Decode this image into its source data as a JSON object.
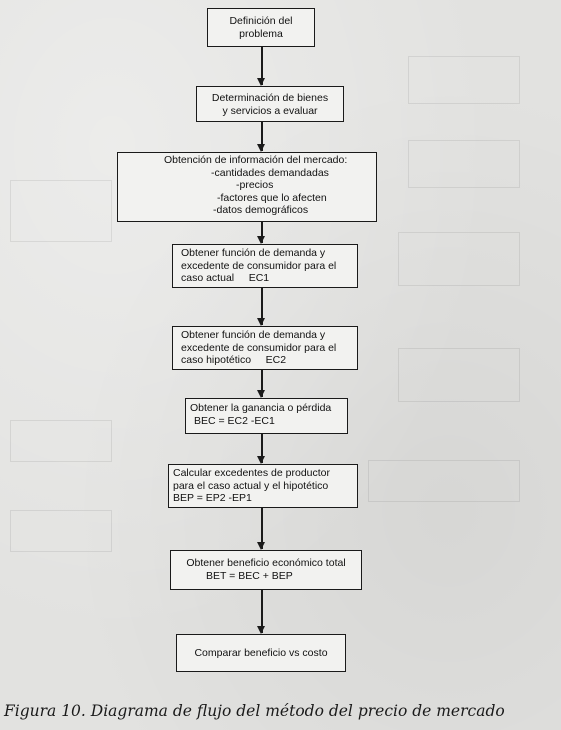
{
  "diagram": {
    "nodes": [
      {
        "id": "n1",
        "lines": [
          "Definición del",
          "problema"
        ]
      },
      {
        "id": "n2",
        "lines": [
          "Determinación de bienes",
          "y servicios a evaluar"
        ]
      },
      {
        "id": "n3",
        "lines": [
          "Obtención de información del mercado:",
          "-cantidades demandadas",
          "-precios",
          "-factores que lo afecten",
          "-datos demográficos"
        ]
      },
      {
        "id": "n4",
        "lines": [
          "Obtener función de demanda y",
          "excedente de consumidor para el",
          "caso actual     EC1"
        ]
      },
      {
        "id": "n5",
        "lines": [
          "Obtener función de demanda y",
          "excedente de consumidor para el",
          "caso hipotético     EC2"
        ]
      },
      {
        "id": "n6",
        "lines": [
          "Obtener la ganancia o pérdida",
          "BEC = EC2 -EC1"
        ]
      },
      {
        "id": "n7",
        "lines": [
          "Calcular excedentes de productor",
          "para el caso actual y el hipotético",
          "BEP = EP2 -EP1"
        ]
      },
      {
        "id": "n8",
        "lines": [
          "Obtener beneficio económico total",
          "BET = BEC + BEP"
        ]
      },
      {
        "id": "n9",
        "lines": [
          "Comparar beneficio vs costo"
        ]
      }
    ],
    "edges": [
      {
        "from": "n1",
        "to": "n2"
      },
      {
        "from": "n2",
        "to": "n3"
      },
      {
        "from": "n3",
        "to": "n4"
      },
      {
        "from": "n4",
        "to": "n5"
      },
      {
        "from": "n5",
        "to": "n6"
      },
      {
        "from": "n6",
        "to": "n7"
      },
      {
        "from": "n7",
        "to": "n8"
      },
      {
        "from": "n8",
        "to": "n9"
      }
    ]
  },
  "caption": "Figura 10. Diagrama de flujo del método del precio de mercado"
}
